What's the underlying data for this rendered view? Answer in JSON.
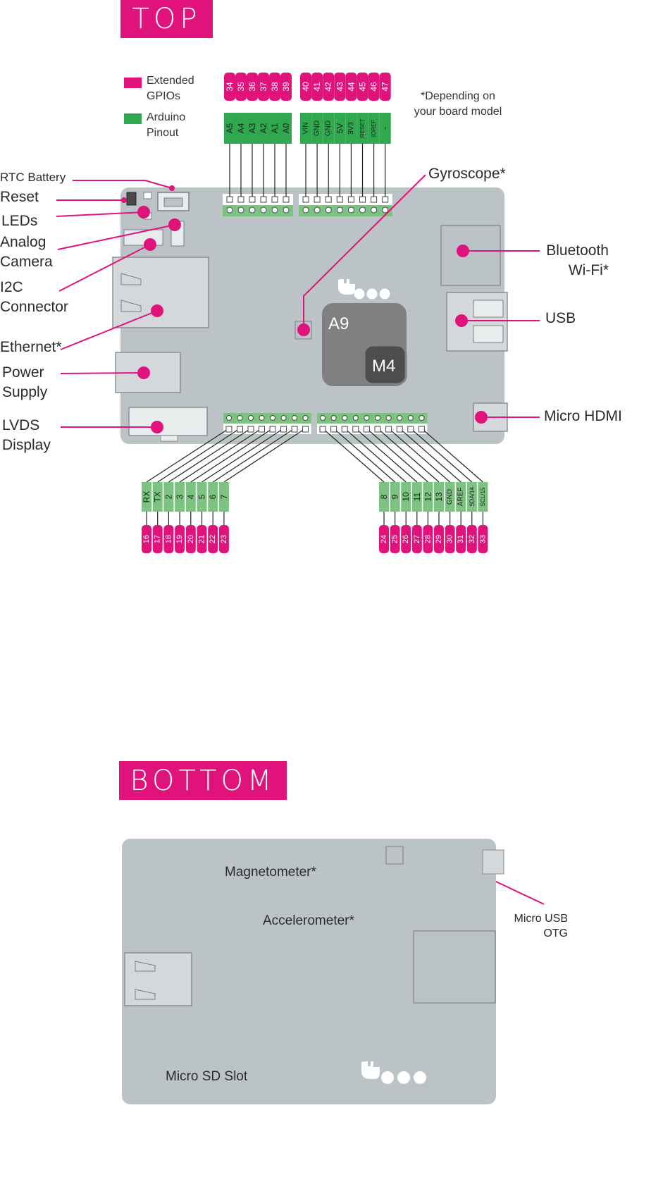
{
  "top": {
    "header": "TOP",
    "legend": {
      "extended": {
        "label_line1": "Extended",
        "label_line2": "GPIOs",
        "color": "#e0137d"
      },
      "arduino": {
        "label_line1": "Arduino",
        "label_line2": "Pinout",
        "color": "#2fa84f"
      }
    },
    "note_line1": "*Depending on",
    "note_line2": "your board model",
    "board_logo": "UDOO",
    "chip_a9": "A9",
    "chip_m4": "M4",
    "pin_groups": {
      "top_left": {
        "gpio": [
          "34",
          "35",
          "36",
          "37",
          "38",
          "39"
        ],
        "arduino": [
          "A5",
          "A4",
          "A3",
          "A2",
          "A1",
          "A0"
        ]
      },
      "top_right": {
        "gpio": [
          "40",
          "41",
          "42",
          "43",
          "44",
          "45",
          "46",
          "47"
        ],
        "arduino": [
          "VIN",
          "GND",
          "GND",
          "5V",
          "3V3",
          "RESET",
          "IOREF",
          "-"
        ]
      },
      "bottom_left": {
        "arduino": [
          "RX",
          "TX",
          "2",
          "3",
          "4",
          "5",
          "6",
          "7"
        ],
        "gpio": [
          "16",
          "17",
          "18",
          "19",
          "20",
          "21",
          "22",
          "23"
        ]
      },
      "bottom_right": {
        "arduino": [
          "8",
          "9",
          "10",
          "11",
          "12",
          "13",
          "GND",
          "AREF",
          "SDA/14",
          "SCL/15"
        ],
        "gpio": [
          "24",
          "25",
          "26",
          "27",
          "28",
          "29",
          "30",
          "31",
          "32",
          "33"
        ]
      }
    },
    "callouts": {
      "rtc_battery": "RTC Battery",
      "reset": "Reset",
      "leds": "LEDs",
      "analog_camera_1": "Analog",
      "analog_camera_2": "Camera",
      "i2c_1": "I2C",
      "i2c_2": "Connector",
      "ethernet": "Ethernet*",
      "power_1": "Power",
      "power_2": "Supply",
      "lvds_1": "LVDS",
      "lvds_2": "Display",
      "gyroscope": "Gyroscope*",
      "bluetooth_1": "Bluetooth",
      "bluetooth_2": "Wi-Fi*",
      "usb": "USB",
      "micro_hdmi": "Micro HDMI"
    }
  },
  "bottom": {
    "header": "BOTTOM",
    "callouts": {
      "magnetometer": "Magnetometer*",
      "accelerometer": "Accelerometer*",
      "micro_usb_1": "Micro USB",
      "micro_usb_2": "OTG",
      "micro_sd": "Micro SD Slot"
    },
    "board_logo": "UDOO"
  },
  "colors": {
    "accent": "#e0137d",
    "arduino_green": "#2fa84f",
    "pin_green": "#7cc280",
    "board": "#bcc3c6",
    "chip": "#808080",
    "chip_m4": "#4d4d4d"
  }
}
